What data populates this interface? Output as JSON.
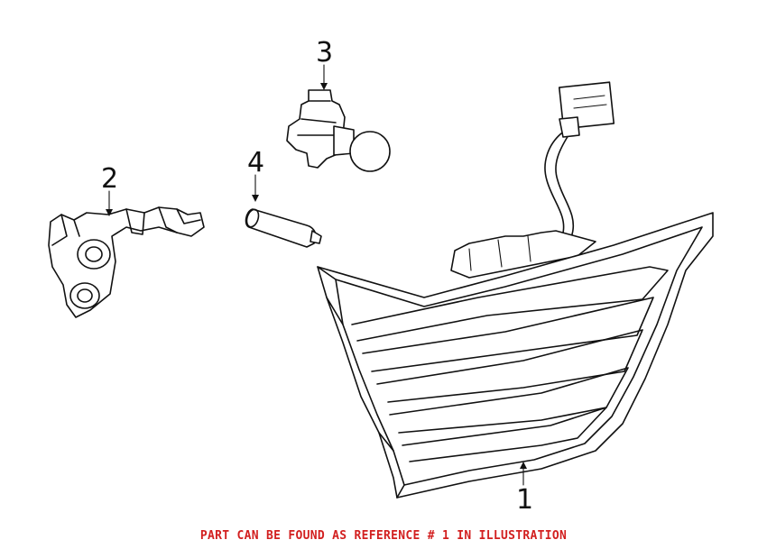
{
  "callouts": [
    {
      "ref": "1"
    },
    {
      "ref": "2"
    },
    {
      "ref": "3"
    },
    {
      "ref": "4"
    }
  ],
  "caption": "PART CAN BE FOUND AS REFERENCE # 1 IN ILLUSTRATION",
  "colors": {
    "caption": "#d21f1f",
    "lines": "#111111",
    "background": "#ffffff"
  }
}
